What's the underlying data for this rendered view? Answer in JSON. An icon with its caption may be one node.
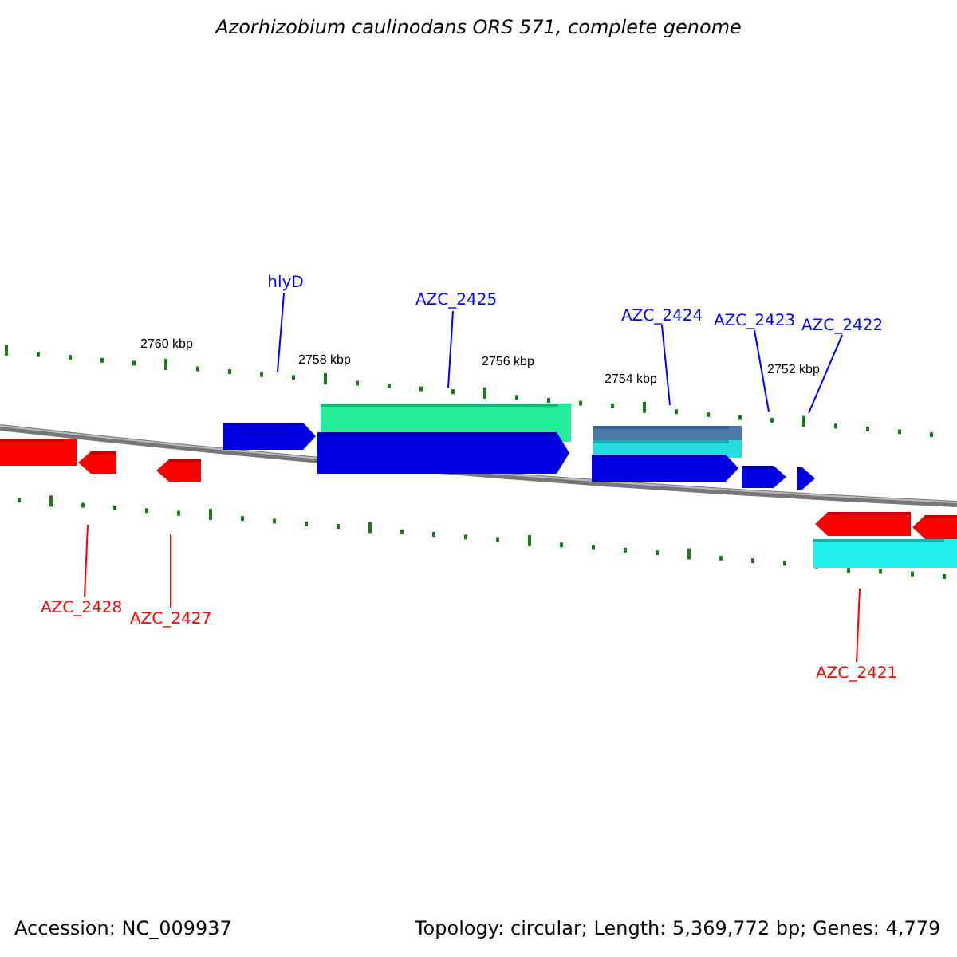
{
  "diagram": {
    "title": "Azorhizobium caulinodans ORS 571, complete genome",
    "nodes": [
      {
        "text": [
          "hlyD"
        ]
      },
      {
        "text": [
          "AZC_2425"
        ]
      },
      {
        "text": [
          "AZC_2424"
        ]
      },
      {
        "text": [
          "AZC_2423"
        ]
      },
      {
        "text": [
          "AZC_2422"
        ]
      },
      {
        "text": [
          "AZC_2428"
        ]
      },
      {
        "text": [
          "AZC_2427"
        ]
      },
      {
        "text": [
          "AZC_2421"
        ]
      }
    ],
    "edges": [
      {
        "from": 0,
        "to": null,
        "arrow": "none"
      },
      {
        "from": 1,
        "to": null,
        "arrow": "none"
      },
      {
        "from": 2,
        "to": null,
        "arrow": "none"
      },
      {
        "from": 3,
        "to": null,
        "arrow": "none"
      },
      {
        "from": 4,
        "to": null,
        "arrow": "none"
      },
      {
        "from": 5,
        "to": null,
        "arrow": "none",
        "color": "#ff0000"
      },
      {
        "from": 6,
        "to": null,
        "arrow": "none",
        "color": "#ff0000"
      },
      {
        "from": 7,
        "to": null,
        "arrow": "none",
        "color": "#ff0000"
      }
    ],
    "labels": [
      "2760 kbp",
      "2758 kbp",
      "2756 kbp",
      "2754 kbp",
      "2752 kbp",
      "Accession: NC_009937",
      "Topology: circular; Length: 5,369,772 bp; Genes: 4,779"
    ]
  }
}
